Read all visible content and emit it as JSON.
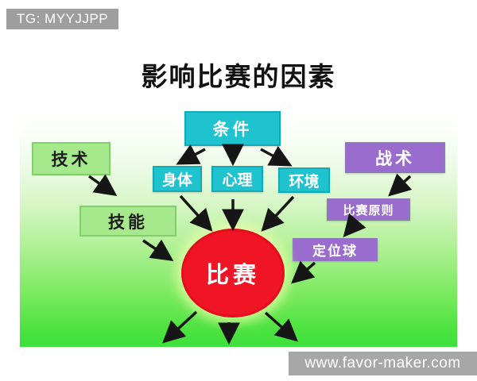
{
  "badge": {
    "label": "TG: MYYJJPP"
  },
  "title": "影响比赛的因素",
  "diagram": {
    "nodes": {
      "tiaojian": {
        "label": "条件",
        "color": "cyan"
      },
      "jishu": {
        "label": "技术",
        "color": "green"
      },
      "zhanshu": {
        "label": "战术",
        "color": "purple"
      },
      "shenti": {
        "label": "身体",
        "color": "cyan"
      },
      "xinli": {
        "label": "心理",
        "color": "cyan"
      },
      "huanjing": {
        "label": "环境",
        "color": "cyan"
      },
      "jineng": {
        "label": "技能",
        "color": "green"
      },
      "bisai_yuanze": {
        "label": "比赛原则",
        "color": "purple"
      },
      "dingweiqiu": {
        "label": "定位球",
        "color": "purple"
      },
      "bisai": {
        "label": "比赛",
        "color": "red"
      }
    },
    "edges": [
      "技术→技能",
      "条件→身体",
      "条件→心理",
      "条件→环境",
      "技能→比赛",
      "身体→比赛",
      "心理→比赛",
      "环境→比赛",
      "战术→比赛原则",
      "比赛原则→定位球",
      "定位球→比赛",
      "比赛→下左",
      "比赛→下",
      "比赛→下右"
    ],
    "colors": {
      "cyan": "#1ec3cf",
      "green": "#a6e98c",
      "purple": "#9a6cce",
      "red": "#ef1525",
      "arrow": "#161616",
      "bg_green": "#3ee03e"
    }
  },
  "watermark": {
    "label": "www.favor-maker.com"
  }
}
